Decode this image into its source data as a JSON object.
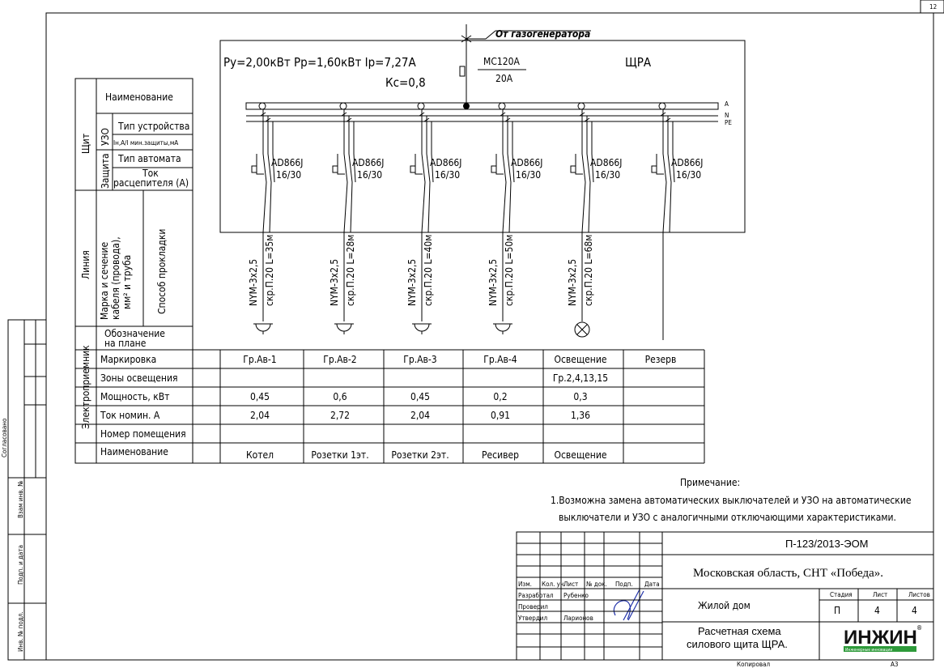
{
  "sheet_number": "12",
  "source_label": "От газогенератора",
  "panel": {
    "params1": "Ру=2,00кВт  Рр=1,60кВт  Ір=7,27А",
    "kc": "Кс=0,8",
    "main_breaker": "МС120А",
    "main_rating": "20А",
    "name": "ЩРА",
    "bus_labels": [
      "A",
      "N",
      "PE"
    ]
  },
  "breaker_type": "AD866J",
  "breaker_rating": "16/30",
  "header_table": {
    "shield": "Щит",
    "name": "Наименование",
    "uzo": "УЗО",
    "device_type": "Тип устройства",
    "current": "Iн,А/I мин.защиты,мА",
    "protection": "Защита",
    "breaker_type": "Тип автомата",
    "trip_current_1": "Ток",
    "trip_current_2": "расцепителя (А)",
    "line": "Линия",
    "cable_1": "Марка и сечение",
    "cable_2": "кабеля (провода),",
    "cable_3": "мм² и труба",
    "laying": "Способ прокладки",
    "receiver": "Электроприемник",
    "plan_1": "Обозначение",
    "plan_2": "на плане",
    "marking": "Маркировка",
    "zones": "Зоны освещения",
    "power": "Мощность, кВт",
    "nominal": "Ток номин. А",
    "room": "Номер помещения",
    "rname": "Наименование"
  },
  "feeders": [
    {
      "marking": "Гр.Ав-1",
      "cable": "NYM-3x2,5",
      "laying": "скр.П.20 L=35м",
      "zones": "",
      "power": "0,45",
      "current": "2,04",
      "name": "Котел",
      "symbol": "socket"
    },
    {
      "marking": "Гр.Ав-2",
      "cable": "NYM-3x2,5",
      "laying": "скр.П.20 L=28м",
      "zones": "",
      "power": "0,6",
      "current": "2,72",
      "name": "Розетки 1эт.",
      "symbol": "socket"
    },
    {
      "marking": "Гр.Ав-3",
      "cable": "NYM-3x2,5",
      "laying": "скр.П.20 L=40м",
      "zones": "",
      "power": "0,45",
      "current": "2,04",
      "name": "Розетки 2эт.",
      "symbol": "socket"
    },
    {
      "marking": "Гр.Ав-4",
      "cable": "NYM-3x2,5",
      "laying": "скр.П.20 L=50м",
      "zones": "",
      "power": "0,2",
      "current": "0,91",
      "name": "Ресивер",
      "symbol": "socket"
    },
    {
      "marking": "Освещение",
      "cable": "NYM-3x2,5",
      "laying": "скр.П.20 L=68м",
      "zones": "Гр.2,4,13,15",
      "power": "0,3",
      "current": "1,36",
      "name": "Освещение",
      "symbol": "lamp"
    },
    {
      "marking": "Резерв",
      "cable": "",
      "laying": "",
      "zones": "",
      "power": "",
      "current": "",
      "name": "",
      "symbol": "none"
    }
  ],
  "note": {
    "title": "Примечание:",
    "line1": "1.Возможна замена автоматических выключателей и УЗО на автоматические",
    "line2": "выключатели и УЗО с аналогичными отключающими характеристиками."
  },
  "side_stamps": [
    "Согласовано",
    "Взам инв. №",
    "Подп. и дата",
    "Инв. № подл."
  ],
  "title_block": {
    "code": "П-123/2013-ЭОМ",
    "location": "Московская область, СНТ «Победа».",
    "object": "Жилой дом",
    "title_1": "Расчетная схема",
    "title_2": "силового щита ЩРА.",
    "cols": [
      "Изм.",
      "Кол. уч.",
      "Лист",
      "№ док.",
      "Подп.",
      "Дата"
    ],
    "roles": [
      {
        "role": "Разработал",
        "name": "Рубенко"
      },
      {
        "role": "Проверил",
        "name": ""
      },
      {
        "role": "Утвердил",
        "name": "Ларионов"
      }
    ],
    "stage_label": "Стадия",
    "sheet_label": "Лист",
    "sheets_label": "Листов",
    "stage": "П",
    "sheet": "4",
    "sheets": "4",
    "logo": "ИНЖИН",
    "logo_sub": "Инженерные инновации",
    "copied": "Копировал",
    "format": "А3"
  },
  "colors": {
    "logo_green": "#2e9a3a",
    "signature": "#2233aa"
  }
}
